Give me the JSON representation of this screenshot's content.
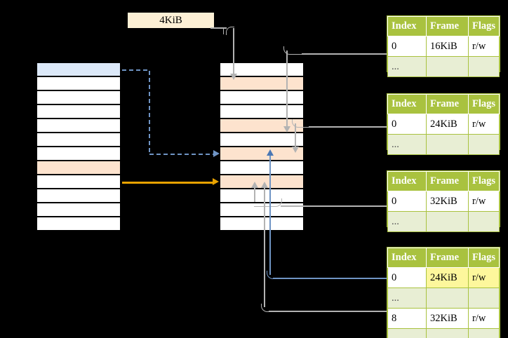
{
  "diagram": {
    "title": "page-table-walk-diagram",
    "page_size_label": "4KiB",
    "colors": {
      "table_header": "#a9c23f",
      "table_dim_row": "#e8eed4",
      "highlight_yellow": "#fdf79c",
      "cell_peach": "#fde3ce",
      "cell_blue": "#dce9f9",
      "arrow_gray": "#b3b3b3",
      "arrow_blue": "#6f94c4",
      "arrow_orange": "#e8a200",
      "label_box": "#fdf0d5"
    }
  },
  "left_column": {
    "name": "virtual-address-space",
    "row_count": 12,
    "rows": [
      {
        "index": 0,
        "fill": "blue"
      },
      {
        "index": 1,
        "fill": "white"
      },
      {
        "index": 2,
        "fill": "white"
      },
      {
        "index": 3,
        "fill": "white"
      },
      {
        "index": 4,
        "fill": "white"
      },
      {
        "index": 5,
        "fill": "white"
      },
      {
        "index": 6,
        "fill": "white"
      },
      {
        "index": 7,
        "fill": "peach"
      },
      {
        "index": 8,
        "fill": "white"
      },
      {
        "index": 9,
        "fill": "white"
      },
      {
        "index": 10,
        "fill": "white"
      },
      {
        "index": 11,
        "fill": "white"
      }
    ]
  },
  "middle_column": {
    "name": "physical-memory",
    "row_count": 12,
    "rows": [
      {
        "index": 0,
        "fill": "white"
      },
      {
        "index": 1,
        "fill": "peach"
      },
      {
        "index": 2,
        "fill": "white"
      },
      {
        "index": 3,
        "fill": "white"
      },
      {
        "index": 4,
        "fill": "peach"
      },
      {
        "index": 5,
        "fill": "white"
      },
      {
        "index": 6,
        "fill": "peach"
      },
      {
        "index": 7,
        "fill": "white"
      },
      {
        "index": 8,
        "fill": "peach"
      },
      {
        "index": 9,
        "fill": "white"
      },
      {
        "index": 10,
        "fill": "white"
      },
      {
        "index": 11,
        "fill": "white"
      }
    ]
  },
  "tables": [
    {
      "name": "page-table-level-0",
      "headers": [
        "Index",
        "Frame",
        "Flags"
      ],
      "rows": [
        {
          "cells": [
            "0",
            "16KiB",
            "r/w"
          ],
          "dim": false,
          "highlight": []
        },
        {
          "cells": [
            "...",
            "",
            ""
          ],
          "dim": true,
          "highlight": []
        }
      ]
    },
    {
      "name": "page-table-level-1",
      "headers": [
        "Index",
        "Frame",
        "Flags"
      ],
      "rows": [
        {
          "cells": [
            "0",
            "24KiB",
            "r/w"
          ],
          "dim": false,
          "highlight": []
        },
        {
          "cells": [
            "...",
            "",
            ""
          ],
          "dim": true,
          "highlight": []
        }
      ]
    },
    {
      "name": "page-table-level-2",
      "headers": [
        "Index",
        "Frame",
        "Flags"
      ],
      "rows": [
        {
          "cells": [
            "0",
            "32KiB",
            "r/w"
          ],
          "dim": false,
          "highlight": []
        },
        {
          "cells": [
            "...",
            "",
            ""
          ],
          "dim": true,
          "highlight": []
        }
      ]
    },
    {
      "name": "page-table-level-3",
      "headers": [
        "Index",
        "Frame",
        "Flags"
      ],
      "rows": [
        {
          "cells": [
            "0",
            "24KiB",
            "r/w"
          ],
          "dim": false,
          "highlight": [
            1,
            2
          ]
        },
        {
          "cells": [
            "...",
            "",
            ""
          ],
          "dim": true,
          "highlight": []
        },
        {
          "cells": [
            "8",
            "32KiB",
            "r/w"
          ],
          "dim": false,
          "highlight": []
        },
        {
          "cells": [
            "...",
            "",
            ""
          ],
          "dim": true,
          "highlight": []
        }
      ]
    }
  ]
}
